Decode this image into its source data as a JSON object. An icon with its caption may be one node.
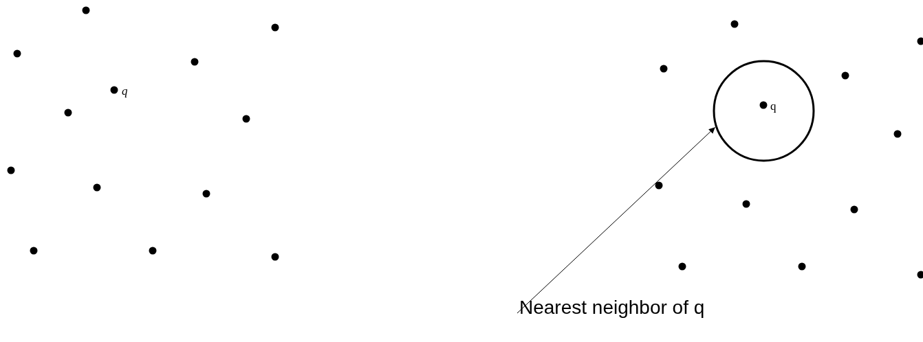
{
  "diagram": {
    "nodes": [
      {
        "text": [
          "Nearest neighbor of q"
        ]
      },
      {
        "text": [],
        "shape": "circle"
      }
    ],
    "edges": [
      {
        "from": 0,
        "to": 1,
        "arrow": "to"
      }
    ],
    "labels": [
      "q",
      "q"
    ]
  }
}
